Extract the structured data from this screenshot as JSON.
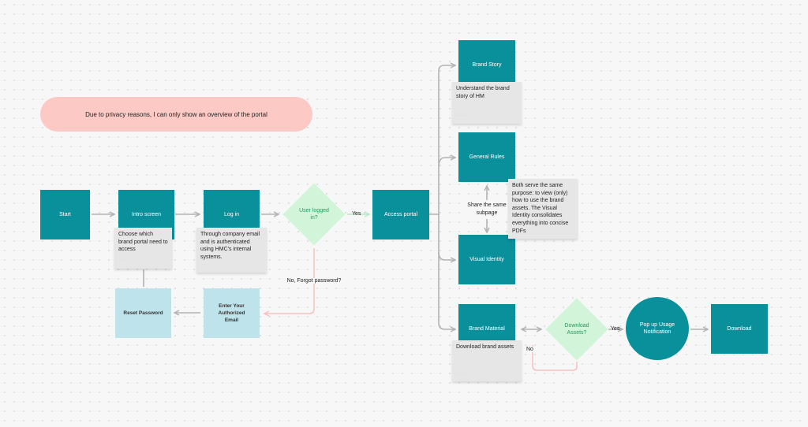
{
  "banner": "Due to privacy reasons, I can only show an overview of the portal",
  "nodes": {
    "start": "Start",
    "intro_screen": "Intro screen",
    "log_in": "Log in",
    "access_portal": "Access portal",
    "brand_story": "Brand Story",
    "general_rules": "General Rules",
    "visual_identity": "Visual Identity",
    "brand_material": "Brand Material",
    "pop_up": "Pop up Usage Notification",
    "download": "Download",
    "reset_password": "Reset Password",
    "enter_email": "Enter Your Authorized Email"
  },
  "decisions": {
    "user_logged_in": "User logged in?",
    "download_assets": "Download Assets?"
  },
  "stickies": {
    "intro": "Choose which brand portal need to access",
    "login": "Through company email and is authenticated using HMC's internal systems.",
    "brand_story": "Understand the brand story of HM",
    "shared": "Both serve the same purpose: to view (only) how to use the brand assets. The Visual Identity consolidates everything into concise PDFs",
    "brand_material": "Download brand assets"
  },
  "edge_labels": {
    "yes_login": "Yes",
    "no_forgot": "No, Forgot password?",
    "share_subpage": "Share the same subpage",
    "yes_download": "Yes",
    "no_download": "No"
  },
  "colors": {
    "process": "#09909b",
    "light_process": "#bfe3ea",
    "decision": "#d2f5da",
    "decision_text": "#1f9b5e",
    "note": "#e6e6e6",
    "banner": "#fcc9c4",
    "arrow": "#b3b3b3",
    "arrow_pink": "#f6c3bf",
    "arrow_green": "#b6ebc7"
  }
}
